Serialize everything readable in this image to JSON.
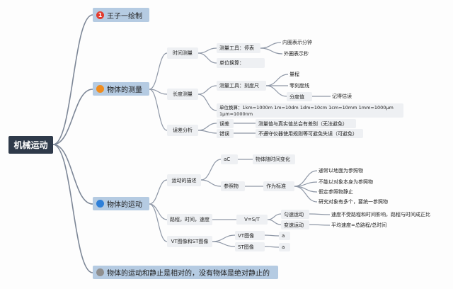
{
  "root": "机械运动",
  "colors": {
    "badge1": "#e23b2e",
    "badge2": "#f08c1d",
    "badge3": "#2e7fd8",
    "badge4": "#8f8f8f"
  },
  "b1": {
    "badge": "1",
    "label": "王子一绘制"
  },
  "b2": {
    "label": "物体的测量",
    "time": {
      "label": "时间测量",
      "tool": "测量工具：停表",
      "inner": "内圈表示分钟",
      "outer": "外圈表示秒",
      "units": "单位换算："
    },
    "length": {
      "label": "长度测量",
      "tool": "测量工具：刻度尺",
      "range": "量程",
      "zero": "零刻度线",
      "division": "分度值",
      "estimate": "记得估读",
      "units": "单位换算：1km=1000m 1m=10dm 1dm=10cm 1cm=10mm 1mm=1000μm 1μm=1000nm"
    },
    "error": {
      "label": "误差分析",
      "e1": "误差",
      "e1d": "测量值与真实值总会有差别（无法避免）",
      "e2": "错误",
      "e2d": "不遵守仪器使用规则等可避免失误（可避免）"
    }
  },
  "b3": {
    "label": "物体的运动",
    "desc": {
      "label": "运动的描述",
      "ac": "aC",
      "acd": "物体随时间变化",
      "ref": "参照物",
      "std": "作为标准",
      "r1": "通常以地面为参照物",
      "r2": "不能以对象本身为参照物",
      "r3": "假定参照物静止",
      "r4": "研究对象有多个，要统一参照物"
    },
    "speed": {
      "label": "路程，时间，速度",
      "formula": "V=S/T",
      "uniform": "匀速运动",
      "uniformd": "速度不受路程和时间影响，路程与时间成正比",
      "variable": "变速运动",
      "variabled": "平均速度=总路程/总时间"
    },
    "graph": {
      "label": "VT图像和ST图像",
      "vt": "VT图像",
      "st": "ST图像",
      "vta": "a",
      "sta": "a"
    }
  },
  "b4": {
    "label": "物体的运动和静止是相对的，没有物体是绝对静止的"
  }
}
